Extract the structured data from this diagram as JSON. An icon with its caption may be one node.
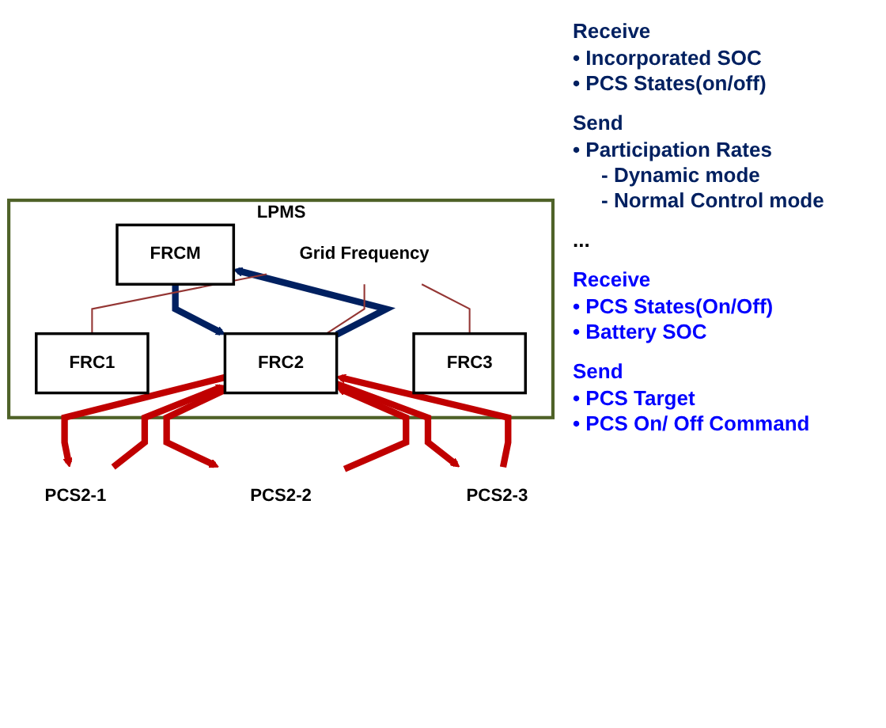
{
  "diagram": {
    "nodes": [
      {
        "text": [
          "LPMS"
        ]
      },
      {
        "text": [
          "FRCM"
        ],
        "in": 0
      },
      {
        "text": [
          "Grid Frequency"
        ],
        "in": 0
      },
      {
        "text": [
          "FRC1"
        ],
        "in": 0
      },
      {
        "text": [
          "FRC2"
        ],
        "in": 0
      },
      {
        "text": [
          "FRC3"
        ],
        "in": 0
      },
      {
        "text": [
          "PCS2-1"
        ]
      },
      {
        "text": [
          "PCS2-3"
        ]
      },
      {
        "text": [
          "PCS2-2"
        ]
      }
    ],
    "edges": [
      {
        "from": 4,
        "to": 1,
        "arrow": "to",
        "color": "#002060"
      },
      {
        "from": 1,
        "to": 4,
        "arrow": "to",
        "color": "#002060"
      },
      {
        "from": 2,
        "to": 3,
        "arrow": "none",
        "color": "#943634"
      },
      {
        "from": 2,
        "to": 4,
        "arrow": "none",
        "color": "#943634"
      },
      {
        "from": 2,
        "to": 5,
        "arrow": "none",
        "color": "#943634"
      },
      {
        "from": 6,
        "to": 4,
        "arrow": "to"
      },
      {
        "from": 4,
        "to": 6,
        "arrow": "to"
      },
      {
        "from": 8,
        "to": 4,
        "arrow": "to"
      },
      {
        "from": 4,
        "to": 8,
        "arrow": "to"
      },
      {
        "from": 7,
        "to": 4,
        "arrow": "to"
      },
      {
        "from": 4,
        "to": 7,
        "arrow": "to"
      }
    ],
    "labels": [
      "Receive",
      "• Incorporated SOC",
      "• PCS States(on/off)",
      "Send",
      "• Participation Rates",
      "- Dynamic mode",
      "- Normal Control mode",
      "...",
      "Receive",
      "• PCS States(On/Off)",
      "• Battery SOC",
      "Send",
      "• PCS Target",
      "• PCS On/ Off Command"
    ]
  }
}
